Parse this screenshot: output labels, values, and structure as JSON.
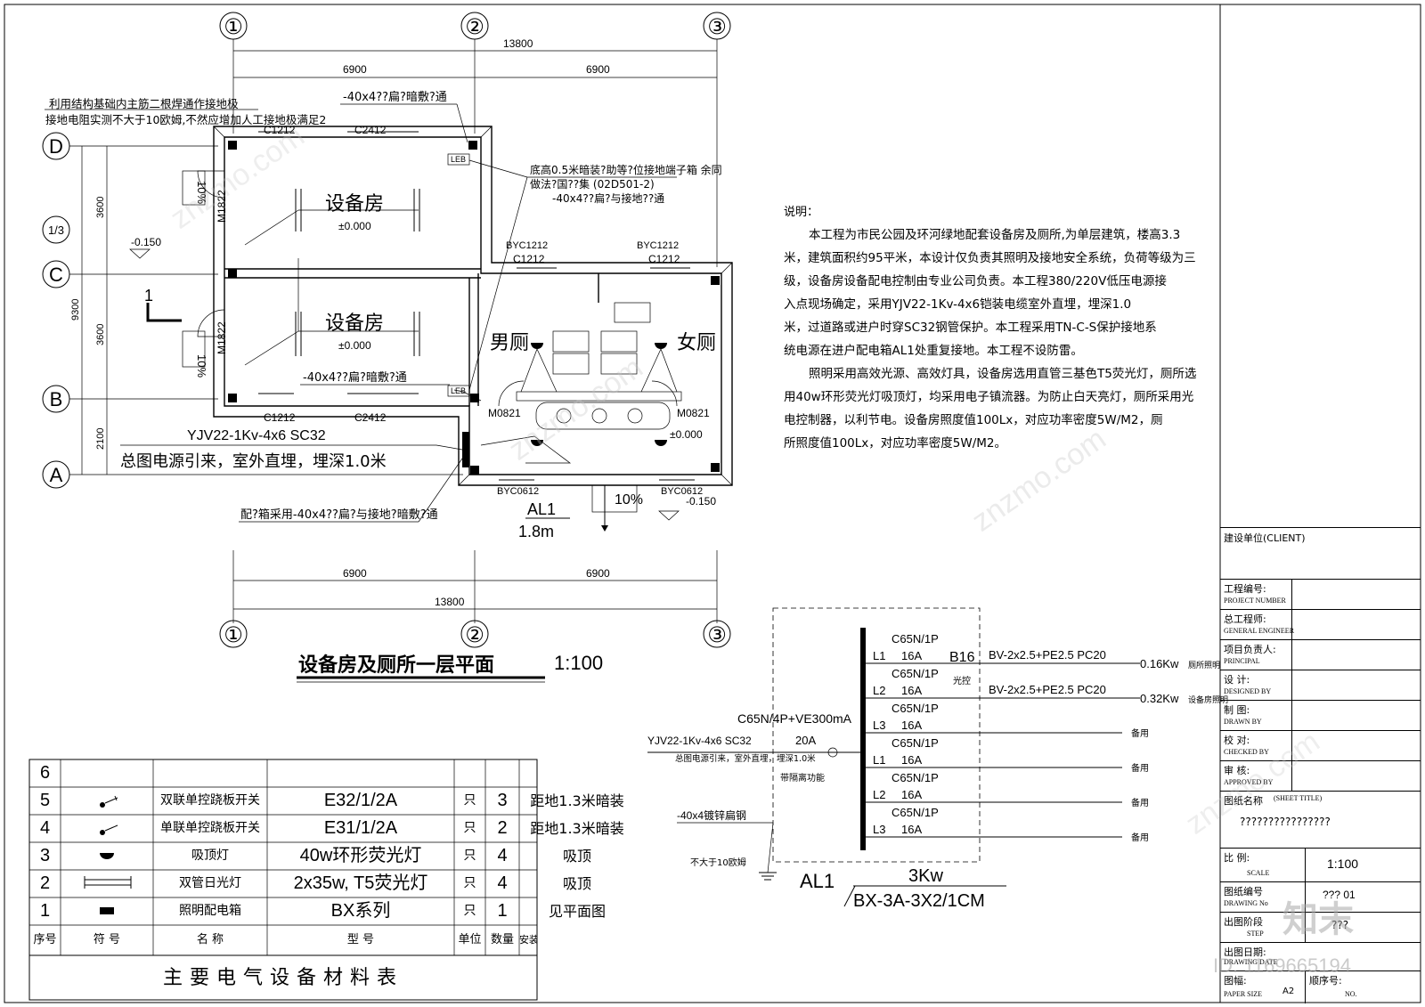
{
  "plan": {
    "axes_top": [
      "①",
      "②",
      "③"
    ],
    "axes_left": [
      "D",
      "1/3",
      "C",
      "B",
      "A"
    ],
    "dim_total": "13800",
    "dim_left": "6900",
    "dim_right": "6900",
    "dim_v": [
      "3600",
      "3600",
      "2100"
    ],
    "dim_v_total": "9300",
    "ground_note_1": "利用结构基础内主筋二根焊通作接地极",
    "ground_note_2": "接地电阻实测不大于10欧姆,不然应增加人工接地极满足2",
    "flat_steel_top": "-40x4??扁?暗敷?通",
    "flat_steel_mid": "-40x4??扁?暗敷?通",
    "leb_note_1": "底高0.5米暗装?助等?位接地端子箱  余同",
    "leb_note_2": "做法?国??集 (02D501-2)",
    "leb_note_3": "-40x4??扁?与接地??通",
    "room_equipment": "设备房",
    "room_male": "男厕",
    "room_female": "女厕",
    "level_0": "±0.000",
    "level_neg": "-0.150",
    "win_c1212": "C1212",
    "win_c2412": "C2412",
    "win_byc1212": "BYC1212",
    "win_byc0612": "BYC0612",
    "door_m1822": "M1822",
    "door_m0821": "M0821",
    "leb": "LEB",
    "slope": "10%",
    "cable": "YJV22-1Kv-4x6 SC32",
    "cable_note": "总图电源引来，室外直埋，埋深1.0米",
    "box_note": "配?箱采用-40x4??扁?与接地?暗敷?通",
    "al1": "AL1",
    "al1_h": "1.8m",
    "section_mark": "1",
    "title": "设备房及厕所一层平面",
    "scale": "1:100"
  },
  "notes": {
    "heading": "说明：",
    "lines": [
      "本工程为市民公园及环河绿地配套设备房及厕所,为单层建筑，楼高3.3",
      "米，建筑面积约95平米，本设计仅负责其照明及接地安全系统，负荷等级为三",
      "级，设备房设备配电控制由专业公司负责。本工程380/220V低压电源接",
      "入点现场确定，采用YJV22-1Kv-4x6铠装电缆室外直埋，埋深1.0",
      "米，过道路或进户时穿SC32钢管保护。本工程采用TN-C-S保护接地系",
      "统电源在进户配电箱AL1处重复接地。本工程不设防雷。",
      "照明采用高效光源、高效灯具，设备房选用直管三基色T5荧光灯，厕所选",
      "用40w环形荧光灯吸顶灯，均采用电子镇流器。为防止白天亮灯，厕所采用光",
      "电控制器，以利节电。设备房照度值100Lx，对应功率密度5W/M2，厕",
      "所照度值100Lx，对应功率密度5W/M2。"
    ]
  },
  "schematic": {
    "incoming_cable": "YJV22-1Kv-4x6 SC32",
    "incoming_note": "总图电源引来，室外直埋，埋深1.0米",
    "main_breaker": "C65N/4P+VE300mA",
    "main_rating": "20A",
    "isolation": "带隔离功能",
    "ground_strip": "-40x4镀锌扁钢",
    "ground_res": "不大于10欧姆",
    "breaker": "C65N/1P",
    "amp": "16A",
    "circuit_b16": "B16",
    "photo": "光控",
    "circuits": [
      {
        "phase": "L1",
        "wire": "BV-2x2.5+PE2.5 PC20",
        "load": "0.16Kw",
        "use": "厕所照明"
      },
      {
        "phase": "L2",
        "wire": "BV-2x2.5+PE2.5 PC20",
        "load": "0.32Kw",
        "use": "设备房照明"
      },
      {
        "phase": "L3",
        "wire": "",
        "load": "",
        "use": "备用"
      },
      {
        "phase": "L1",
        "wire": "",
        "load": "",
        "use": "备用"
      },
      {
        "phase": "L2",
        "wire": "",
        "load": "",
        "use": "备用"
      },
      {
        "phase": "L3",
        "wire": "",
        "load": "",
        "use": "备用"
      }
    ],
    "panel": "AL1",
    "power": "3Kw",
    "model": "BX-3A-3X2/1CM"
  },
  "table": {
    "title": "主要电气设备材料表",
    "headers": [
      "序号",
      "符  号",
      "名    称",
      "型    号",
      "单位",
      "数量",
      "安装方式"
    ],
    "rows": [
      {
        "no": "6",
        "name": "",
        "model": "",
        "unit": "",
        "qty": "",
        "install": ""
      },
      {
        "no": "5",
        "name": "双联单控跷板开关",
        "model": "E32/1/2A",
        "unit": "只",
        "qty": "3",
        "install": "距地1.3米暗装"
      },
      {
        "no": "4",
        "name": "单联单控跷板开关",
        "model": "E31/1/2A",
        "unit": "只",
        "qty": "2",
        "install": "距地1.3米暗装"
      },
      {
        "no": "3",
        "name": "吸顶灯",
        "model": "40w环形荧光灯",
        "unit": "只",
        "qty": "4",
        "install": "吸顶"
      },
      {
        "no": "2",
        "name": "双管日光灯",
        "model": "2x35w, T5荧光灯",
        "unit": "只",
        "qty": "4",
        "install": "吸顶"
      },
      {
        "no": "1",
        "name": "照明配电箱",
        "model": "BX系列",
        "unit": "只",
        "qty": "1",
        "install": "见平面图"
      }
    ]
  },
  "titleblock": {
    "client": "建设单位(CLIENT)",
    "project_number": "工程编号:",
    "project_number_en": "PROJECT NUMBER",
    "chief": "总工程师:",
    "chief_en": "GENERAL ENGINEER",
    "principal": "项目负责人:",
    "principal_en": "PRINCIPAL",
    "design": "设  计:",
    "design_en": "DESIGNED BY",
    "drawn": "制  图:",
    "drawn_en": "DRAWN BY",
    "check": "校  对:",
    "check_en": "CHECKED BY",
    "approve": "审  核:",
    "approve_en": "APPROVED BY",
    "sheet_title": "图纸名称",
    "sheet_title_en": "(SHEET TITLE)",
    "sheet_title_val": "????????????????",
    "scale_label": "比  例:",
    "scale_en": "SCALE",
    "scale_val": "1:100",
    "drawing_no": "图纸编号",
    "drawing_no_en": "DRAWING No",
    "drawing_no_val": "??? 01",
    "stage": "出图阶段",
    "stage_en": "STEP",
    "stage_val": "???",
    "date": "出图日期:",
    "date_en": "DRAWING DATE",
    "size": "图幅:",
    "size_en": "PAPER SIZE",
    "size_val": "A2",
    "seq": "顺序号:",
    "seq_en": "NO."
  },
  "watermark": {
    "logo": "知末",
    "id": "ID: 1169665194",
    "site": "znzmo.com"
  }
}
